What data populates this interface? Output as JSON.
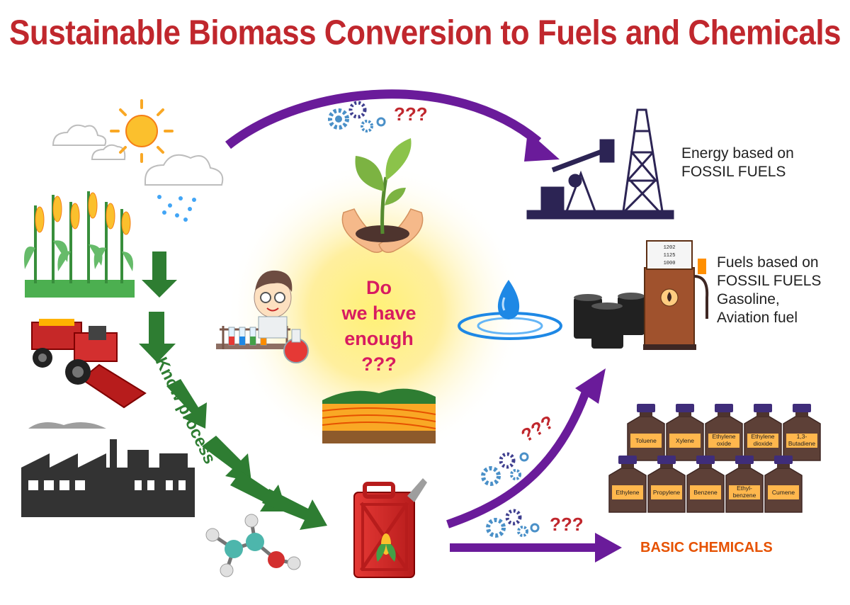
{
  "title": "Sustainable Biomass Conversion to Fuels and Chemicals",
  "top_question": "???",
  "energy_label": [
    "Energy based on",
    "FOSSIL FUELS"
  ],
  "fuels_label": [
    "Fuels based on",
    "FOSSIL FUELS",
    "Gasoline,",
    "Aviation fuel"
  ],
  "center_question": [
    "Do",
    "we have",
    "enough ???"
  ],
  "process_label": "Know process",
  "fuel_question": "???",
  "chem_question": "???",
  "basic_chemicals": "BASIC CHEMICALS",
  "pump_display": [
    "1202",
    "1125",
    "1000"
  ],
  "chemicals_row1": [
    "Toluene",
    "Xylene",
    "Ethylene oxide",
    "Ethylene dioxide",
    "1,3-Butadiene"
  ],
  "chemicals_row2": [
    "Ethylene",
    "Propylene",
    "Benzene",
    "Ethyl-benzene",
    "Cumene"
  ],
  "colors": {
    "title": "#c0272d",
    "purple_arrow": "#6a1b9a",
    "green_arrow": "#2e7d32",
    "basic_chemicals": "#e65100",
    "center_text": "#d81b60"
  }
}
